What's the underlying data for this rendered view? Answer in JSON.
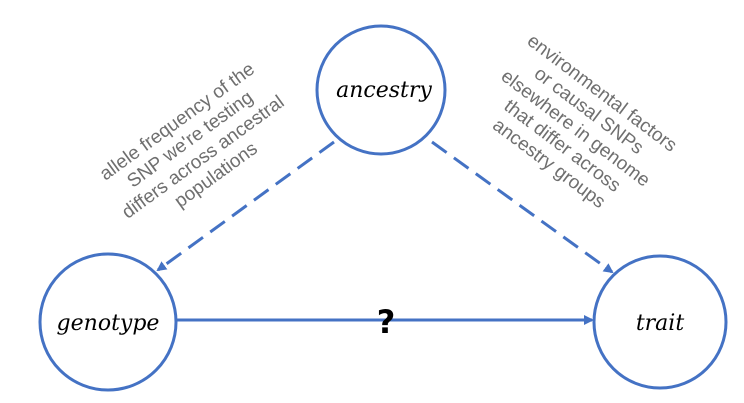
{
  "colors": {
    "node_stroke": "#4472c4",
    "arrow": "#4472c4",
    "annotation_text": "#6f6f6f",
    "label_text": "#000000"
  },
  "nodes": {
    "ancestry": "ancestry",
    "genotype": "genotype",
    "trait": "trait"
  },
  "edges": {
    "ancestry_to_genotype": {
      "style": "dashed"
    },
    "ancestry_to_trait": {
      "style": "dashed"
    },
    "genotype_to_trait": {
      "style": "solid",
      "label": "?"
    }
  },
  "annotations": {
    "left": [
      "allele frequency of the",
      "SNP we're testing",
      "differs across ancestral",
      "populations"
    ],
    "right": [
      "environmental factors",
      "or causal SNPs",
      "elsewhere in genome",
      "that differ across",
      "ancestry groups"
    ]
  }
}
